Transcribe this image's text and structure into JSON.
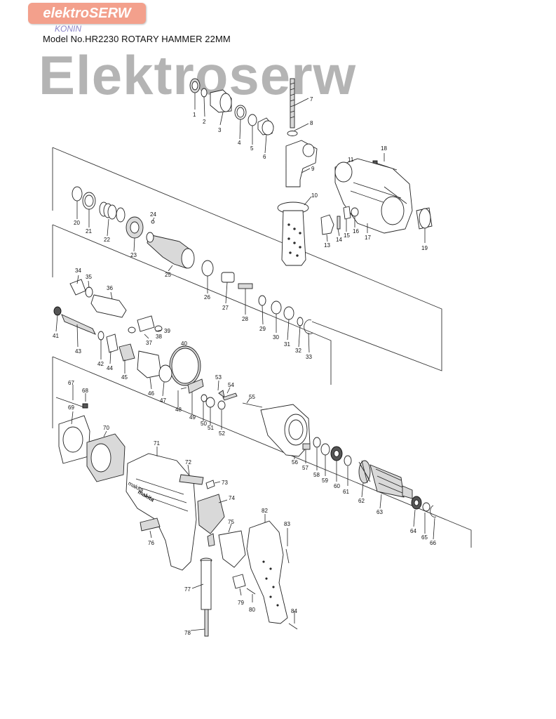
{
  "brand": {
    "badge": "elektroSERW",
    "location": "KONIN",
    "watermark": "Elektroserw",
    "badge_color": "#f3a08c",
    "location_color": "#8a85c9"
  },
  "title": "Model No.HR2230 ROTARY HAMMER 22MM",
  "part_numbers": [
    "1",
    "2",
    "3",
    "4",
    "5",
    "6",
    "7",
    "8",
    "9",
    "10",
    "11",
    "13",
    "14",
    "15",
    "16",
    "17",
    "18",
    "19",
    "20",
    "21",
    "22",
    "23",
    "24",
    "25",
    "26",
    "27",
    "28",
    "29",
    "30",
    "31",
    "32",
    "33",
    "34",
    "35",
    "36",
    "37",
    "38",
    "39",
    "40",
    "41",
    "42",
    "43",
    "44",
    "45",
    "46",
    "47",
    "48",
    "49",
    "50",
    "51",
    "52",
    "53",
    "54",
    "55",
    "56",
    "57",
    "58",
    "59",
    "60",
    "61",
    "62",
    "63",
    "64",
    "65",
    "66",
    "67",
    "68",
    "69",
    "70",
    "71",
    "72",
    "73",
    "74",
    "75",
    "76",
    "77",
    "78",
    "79",
    "80",
    "82",
    "83",
    "84"
  ],
  "body_marking": "makita",
  "housing_marking": "makita"
}
